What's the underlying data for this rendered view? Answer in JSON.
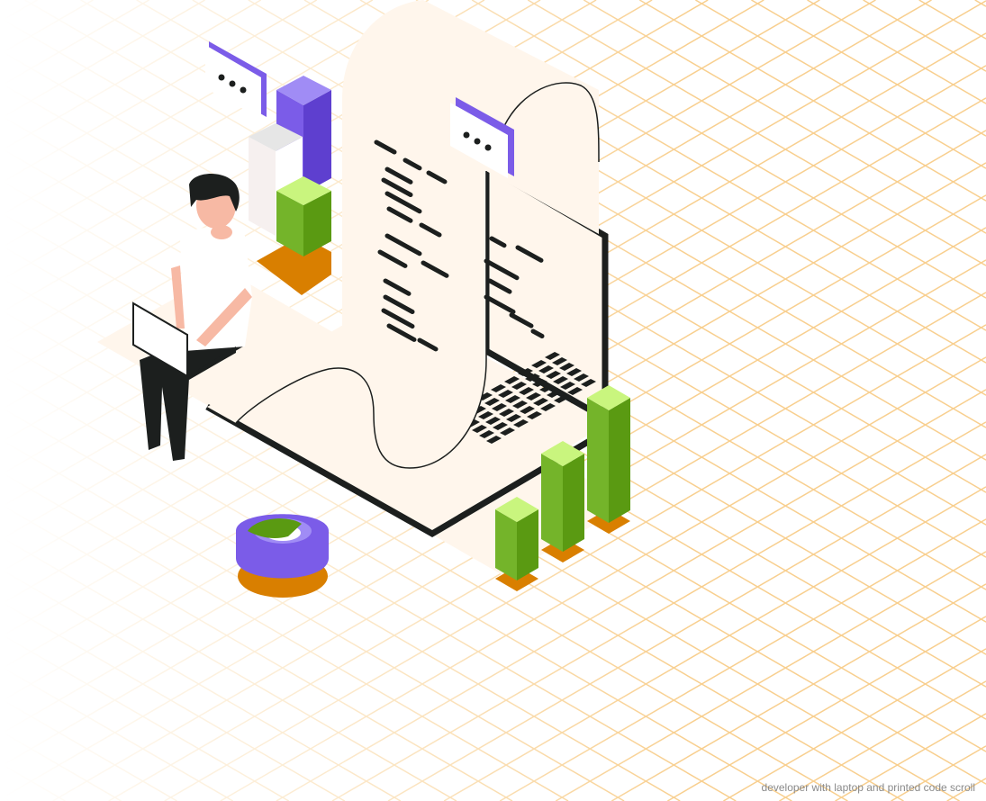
{
  "illustration": {
    "subject": "developer with laptop and printed code scroll",
    "colors": {
      "grid": "#f8cf8f",
      "paper": "#fff6ec",
      "outline": "#1c1f1e",
      "purple": "#7b5ce8",
      "purple_dark": "#5e3fcf",
      "purple_light": "#a08cf5",
      "green": "#74b42a",
      "green_dark": "#5a9a12",
      "green_light": "#c9f57e",
      "orange": "#d97f00",
      "skin": "#f7b9a4",
      "white_box": "#f6f0ef"
    },
    "bar_values": [
      1,
      2,
      3
    ]
  }
}
